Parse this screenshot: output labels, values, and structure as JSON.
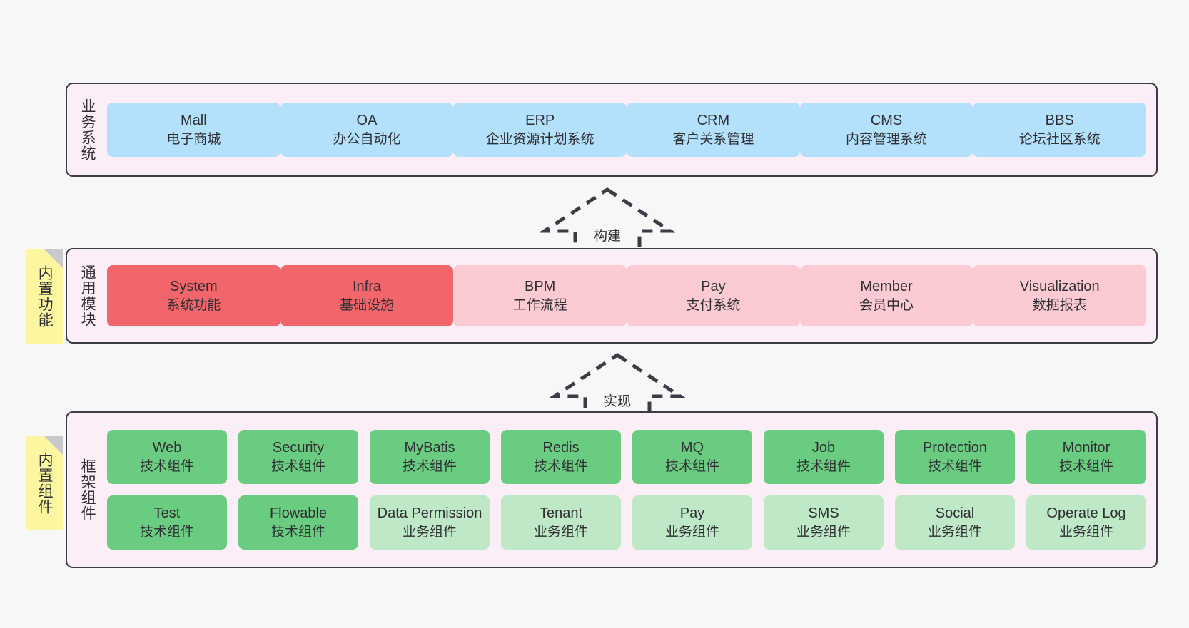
{
  "layers": [
    {
      "id": "business-systems",
      "label": "业务系统",
      "cards": [
        {
          "en": "Mall",
          "cn": "电子商城"
        },
        {
          "en": "OA",
          "cn": "办公自动化"
        },
        {
          "en": "ERP",
          "cn": "企业资源计划系统"
        },
        {
          "en": "CRM",
          "cn": "客户关系管理"
        },
        {
          "en": "CMS",
          "cn": "内容管理系统"
        },
        {
          "en": "BBS",
          "cn": "论坛社区系统"
        }
      ]
    },
    {
      "id": "common-modules",
      "label": "通用模块",
      "note": "内置功能",
      "cards": [
        {
          "en": "System",
          "cn": "系统功能",
          "style": "strong"
        },
        {
          "en": "Infra",
          "cn": "基础设施",
          "style": "strong"
        },
        {
          "en": "BPM",
          "cn": "工作流程",
          "style": "soft"
        },
        {
          "en": "Pay",
          "cn": "支付系统",
          "style": "soft"
        },
        {
          "en": "Member",
          "cn": "会员中心",
          "style": "soft"
        },
        {
          "en": "Visualization",
          "cn": "数据报表",
          "style": "soft"
        }
      ]
    },
    {
      "id": "framework-components",
      "label": "框架组件",
      "note": "内置组件",
      "row1": [
        {
          "en": "Web",
          "cn": "技术组件"
        },
        {
          "en": "Security",
          "cn": "技术组件"
        },
        {
          "en": "MyBatis",
          "cn": "技术组件"
        },
        {
          "en": "Redis",
          "cn": "技术组件"
        },
        {
          "en": "MQ",
          "cn": "技术组件"
        },
        {
          "en": "Job",
          "cn": "技术组件"
        },
        {
          "en": "Protection",
          "cn": "技术组件"
        },
        {
          "en": "Monitor",
          "cn": "技术组件"
        }
      ],
      "row2": [
        {
          "en": "Test",
          "cn": "技术组件",
          "style": "tech"
        },
        {
          "en": "Flowable",
          "cn": "技术组件",
          "style": "tech"
        },
        {
          "en": "Data Permission",
          "cn": "业务组件",
          "style": "biz"
        },
        {
          "en": "Tenant",
          "cn": "业务组件",
          "style": "biz"
        },
        {
          "en": "Pay",
          "cn": "业务组件",
          "style": "biz"
        },
        {
          "en": "SMS",
          "cn": "业务组件",
          "style": "biz"
        },
        {
          "en": "Social",
          "cn": "业务组件",
          "style": "biz"
        },
        {
          "en": "Operate Log",
          "cn": "业务组件",
          "style": "biz"
        }
      ]
    }
  ],
  "arrows": [
    {
      "id": "build",
      "label": "构建"
    },
    {
      "id": "implement",
      "label": "实现"
    }
  ],
  "colors": {
    "band_bg": "#fbeef6",
    "band_border": "#3c3c46",
    "system_card": "#b3e0fb",
    "module_strong": "#f2656b",
    "module_soft": "#fbcad2",
    "framework_tech": "#6acc80",
    "framework_biz": "#bfe8c6",
    "note_bg": "#fcf6a0",
    "note_fold": "#c9c9cd"
  }
}
